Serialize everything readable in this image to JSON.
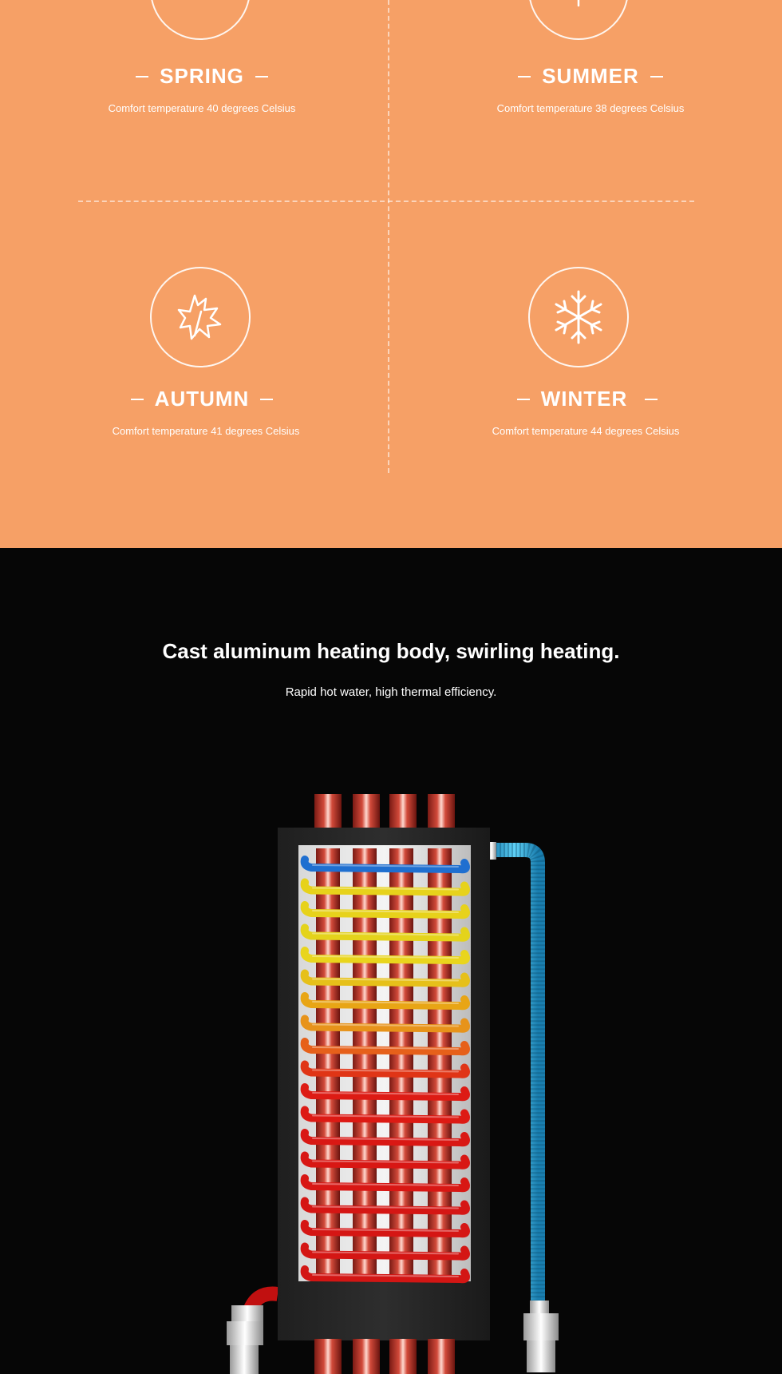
{
  "seasons": [
    {
      "name": "SPRING",
      "desc": "Comfort temperature 40 degrees Celsius",
      "icon": "flower-icon"
    },
    {
      "name": "SUMMER",
      "desc": "Comfort temperature 38 degrees Celsius",
      "icon": "cactus-icon"
    },
    {
      "name": "AUTUMN",
      "desc": "Comfort temperature 41 degrees Celsius",
      "icon": "leaf-icon"
    },
    {
      "name": "WINTER",
      "desc": "Comfort temperature 44 degrees Celsius",
      "icon": "snowflake-icon"
    }
  ],
  "feature": {
    "title": "Cast aluminum heating body, swirling heating.",
    "subtitle": "Rapid hot water, high thermal efficiency."
  },
  "colors": {
    "season_bg": "#F6A066",
    "dark_bg": "#060606",
    "cold_water": "#2E9BD6",
    "hot_water": "#E01515"
  }
}
